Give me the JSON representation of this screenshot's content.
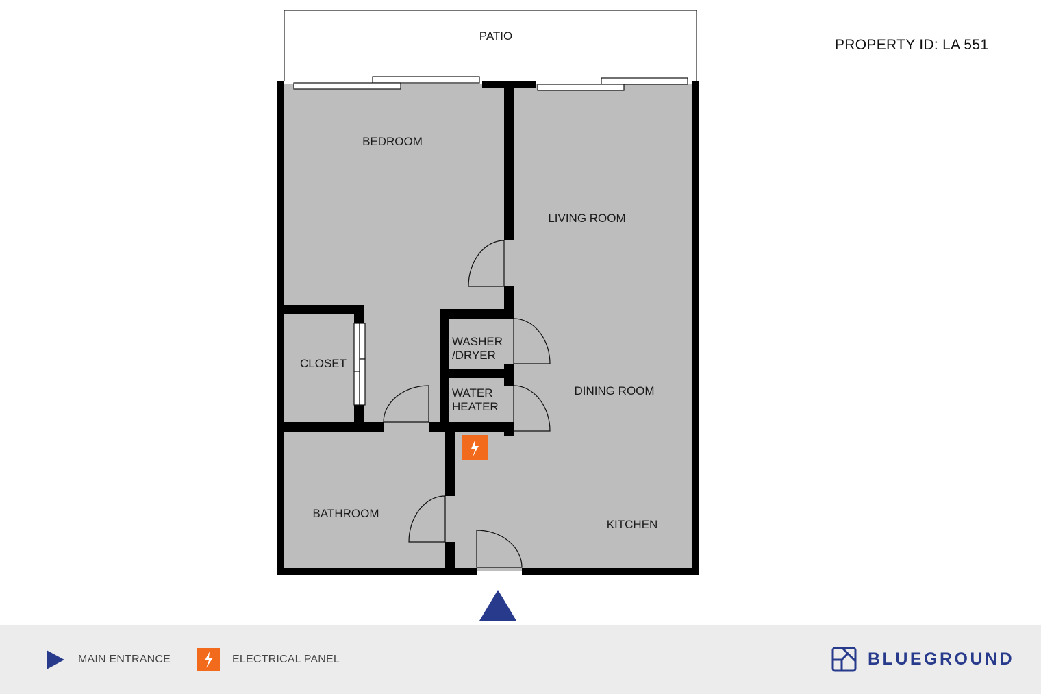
{
  "property": {
    "id_text": "PROPERTY ID: LA 551"
  },
  "rooms": {
    "patio": "PATIO",
    "bedroom": "BEDROOM",
    "living_room": "LIVING ROOM",
    "closet": "CLOSET",
    "washer_dryer_line1": "WASHER",
    "washer_dryer_line2": "/DRYER",
    "water_heater_line1": "WATER",
    "water_heater_line2": "HEATER",
    "dining_room": "DINING ROOM",
    "bathroom": "BATHROOM",
    "kitchen": "KITCHEN"
  },
  "legend": {
    "main_entrance": "MAIN ENTRANCE",
    "electrical_panel": "ELECTRICAL PANEL"
  },
  "brand": {
    "name": "BLUEGROUND"
  },
  "icons": {
    "entrance": "triangle-arrow-icon",
    "electrical": "lightning-bolt-icon",
    "logo": "blueground-logo-icon"
  },
  "colors": {
    "floor": "#bdbdbd",
    "wall": "#000000",
    "entrance_marker": "#283a8c",
    "electrical_panel": "#f26a1b",
    "footer_bg": "#ececec",
    "brand": "#283a8c"
  }
}
